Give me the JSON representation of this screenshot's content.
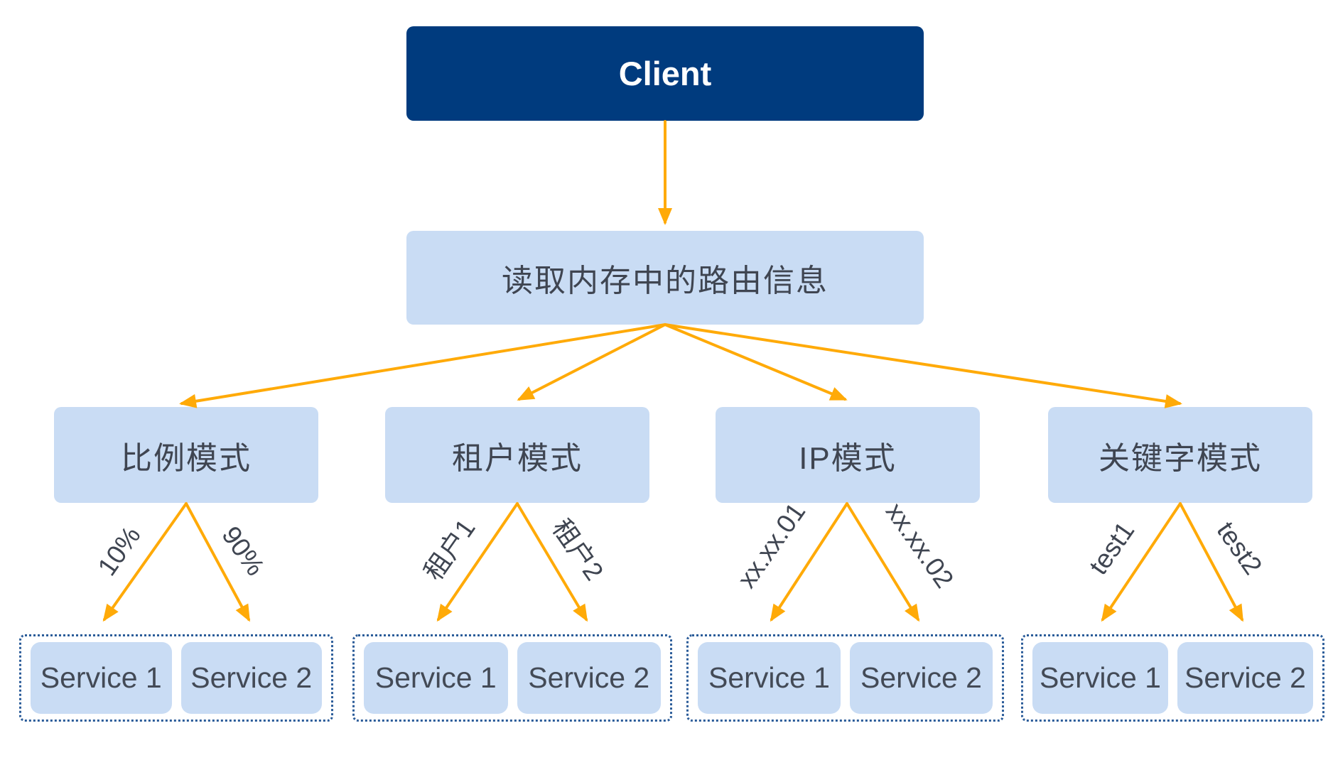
{
  "client": {
    "label": "Client"
  },
  "router": {
    "label": "读取内存中的路由信息"
  },
  "modes": [
    {
      "label": "比例模式",
      "branch_labels": [
        "10%",
        "90%"
      ],
      "services": [
        "Service 1",
        "Service 2"
      ]
    },
    {
      "label": "租户模式",
      "branch_labels": [
        "租户1",
        "租户2"
      ],
      "services": [
        "Service 1",
        "Service 2"
      ]
    },
    {
      "label": "IP模式",
      "branch_labels": [
        "xx.xx.01",
        "xx.xx.02"
      ],
      "services": [
        "Service 1",
        "Service 2"
      ]
    },
    {
      "label": "关键字模式",
      "branch_labels": [
        "test1",
        "test2"
      ],
      "services": [
        "Service 1",
        "Service 2"
      ]
    }
  ],
  "colors": {
    "client_box": "#003b7e",
    "light_box": "#c9dcf4",
    "arrow": "#ffaa08",
    "text": "#3f4551",
    "dashed_border": "#2b5c99"
  }
}
